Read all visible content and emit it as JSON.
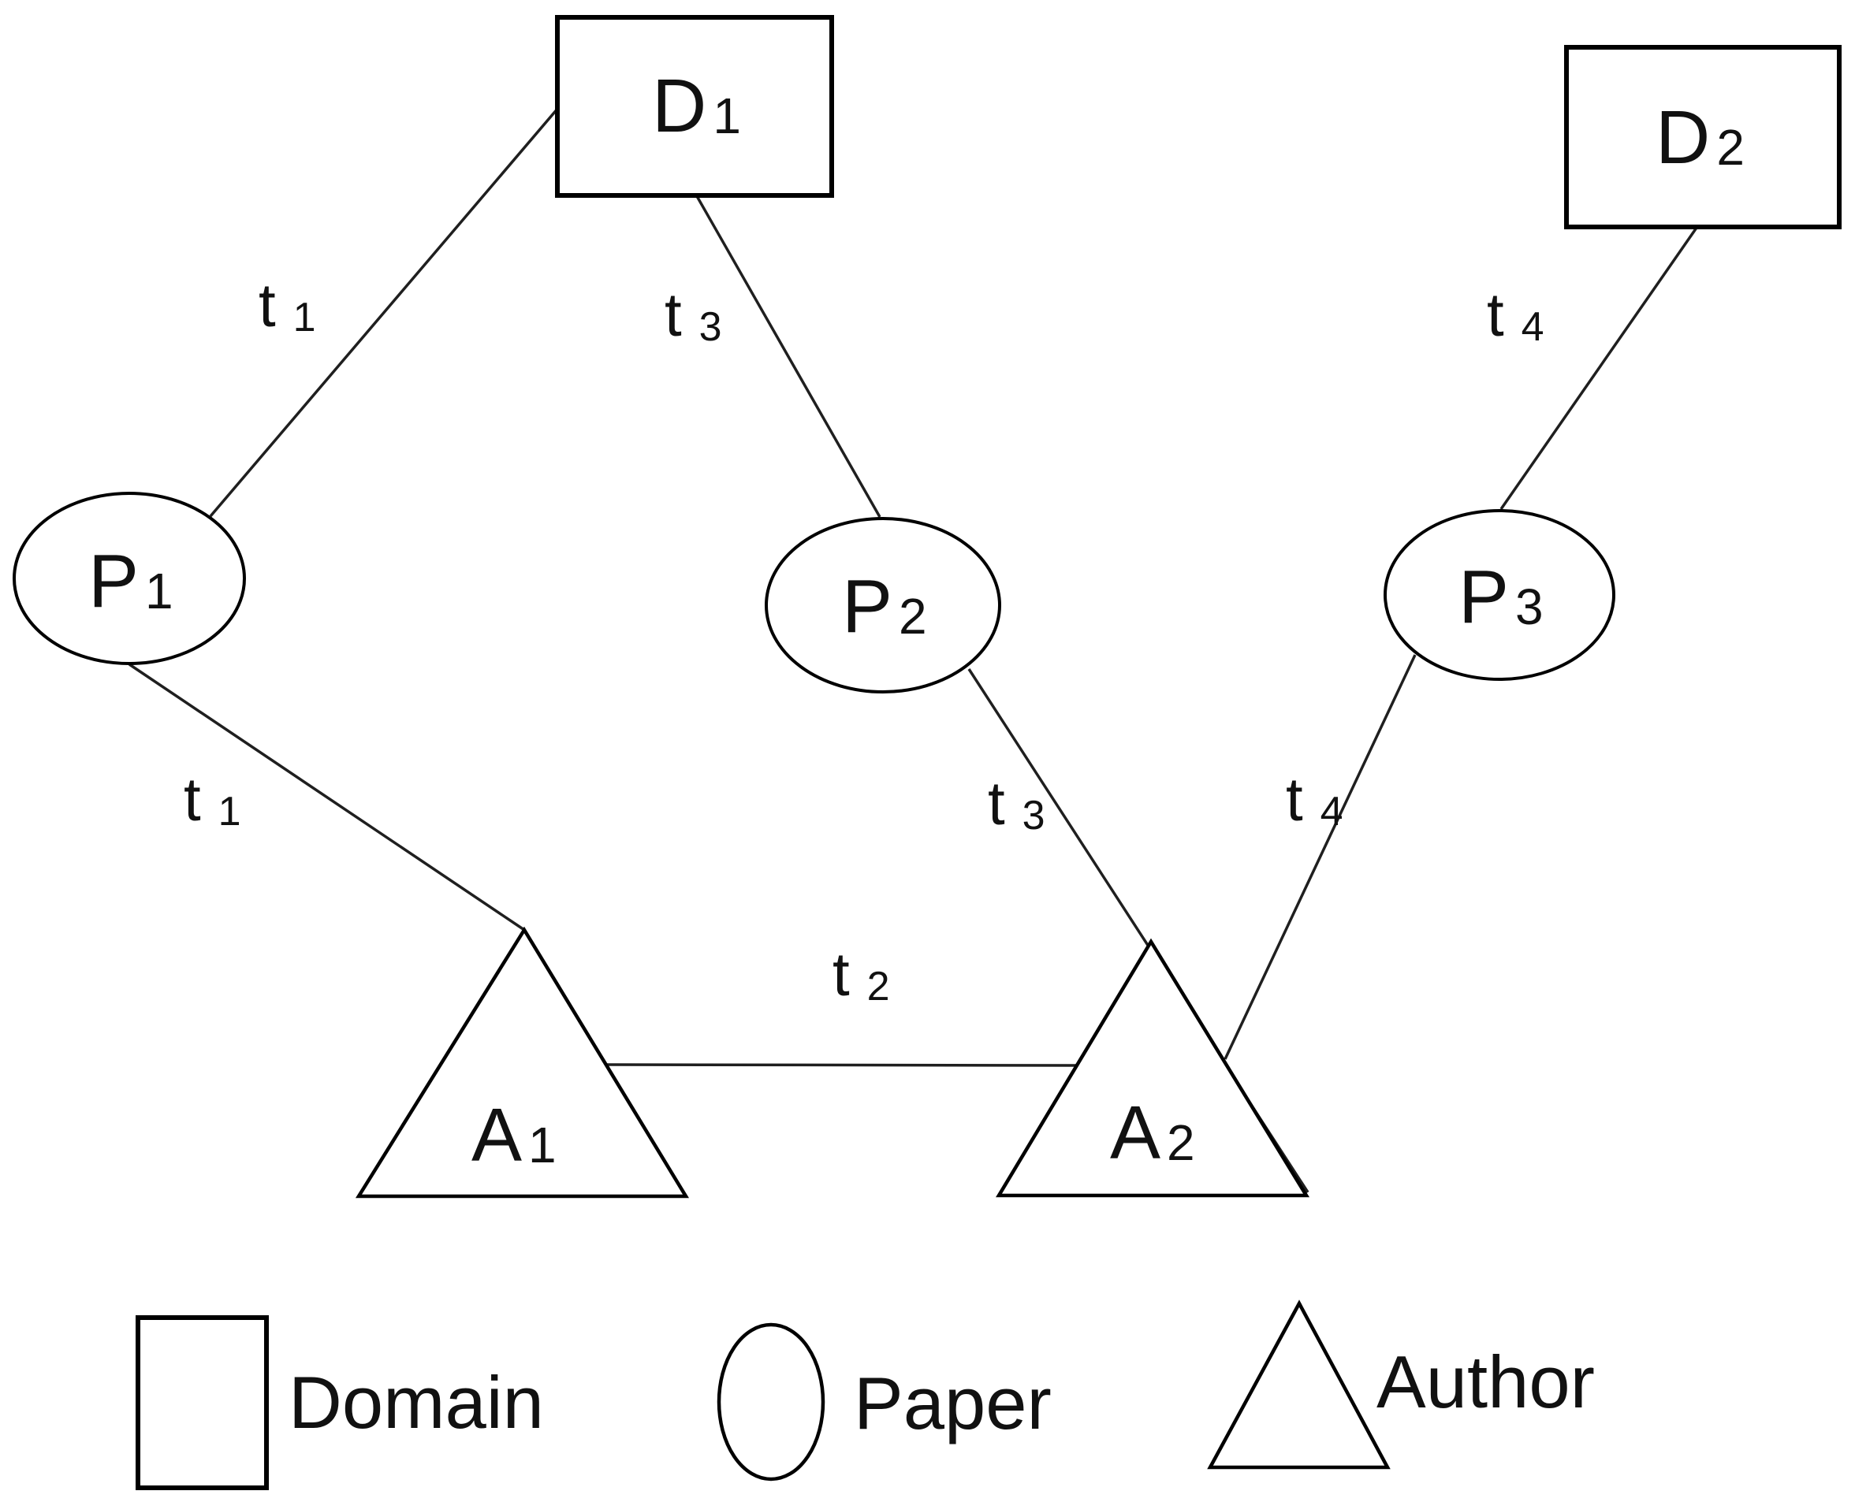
{
  "figure": {
    "background": "#ffffff",
    "line_color": "#1f1f1f",
    "text_color": "#111111"
  },
  "nodes": {
    "d1": {
      "label": "D",
      "sub": "1",
      "type": "Domain"
    },
    "d2": {
      "label": "D",
      "sub": "2",
      "type": "Domain"
    },
    "p1": {
      "label": "P",
      "sub": "1",
      "type": "Paper"
    },
    "p2": {
      "label": "P",
      "sub": "2",
      "type": "Paper"
    },
    "p3": {
      "label": "P",
      "sub": "3",
      "type": "Paper"
    },
    "a1": {
      "label": "A",
      "sub": "1",
      "type": "Author"
    },
    "a2": {
      "label": "A",
      "sub": "2",
      "type": "Author"
    }
  },
  "edges": [
    {
      "from": "P1",
      "to": "D1",
      "label": "t",
      "sub": "1"
    },
    {
      "from": "D1",
      "to": "P2",
      "label": "t",
      "sub": "3"
    },
    {
      "from": "D2",
      "to": "P3",
      "label": "t",
      "sub": "4"
    },
    {
      "from": "P1",
      "to": "A1",
      "label": "t",
      "sub": "1"
    },
    {
      "from": "A1",
      "to": "A2",
      "label": "t",
      "sub": "2"
    },
    {
      "from": "P2",
      "to": "A2",
      "label": "t",
      "sub": "3"
    },
    {
      "from": "P3",
      "to": "A2",
      "label": "t",
      "sub": "4"
    }
  ],
  "legend": {
    "items": [
      {
        "shape": "square",
        "label": "Domain"
      },
      {
        "shape": "circle",
        "label": "Paper"
      },
      {
        "shape": "triangle",
        "label": "Author"
      }
    ]
  }
}
